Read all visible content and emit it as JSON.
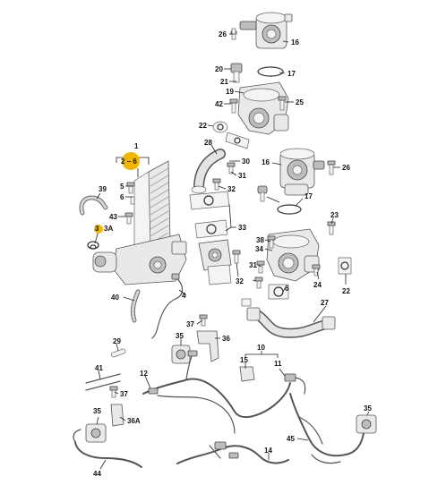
{
  "callouts": {
    "c1": "1",
    "c2_6": "2 – 6",
    "c3": "3",
    "c3a": "3A",
    "c4": "4",
    "c5": "5",
    "c6": "6",
    "c10": "10",
    "c11": "11",
    "c12": "12",
    "c14": "14",
    "c15": "15",
    "c16a": "16",
    "c16b": "16",
    "c17a": "17",
    "c17b": "17",
    "c19": "19",
    "c20": "20",
    "c21": "21",
    "c22a": "22",
    "c22b": "22",
    "c23": "23",
    "c24": "24",
    "c25": "25",
    "c26a": "26",
    "c26b": "26",
    "c27": "27",
    "c28": "28",
    "c29": "29",
    "c30": "30",
    "c31a": "31",
    "c31b": "31",
    "c32a": "32",
    "c32b": "32",
    "c33": "33",
    "c34": "34",
    "c35a": "35",
    "c35b": "35",
    "c35c": "35",
    "c36": "36",
    "c36a": "36A",
    "c37a": "37",
    "c37b": "37",
    "c38": "38",
    "c39": "39",
    "c40": "40",
    "c41": "41",
    "c42": "42",
    "c43": "43",
    "c44": "44",
    "c45": "45"
  },
  "highlight_color": "#f2b705"
}
